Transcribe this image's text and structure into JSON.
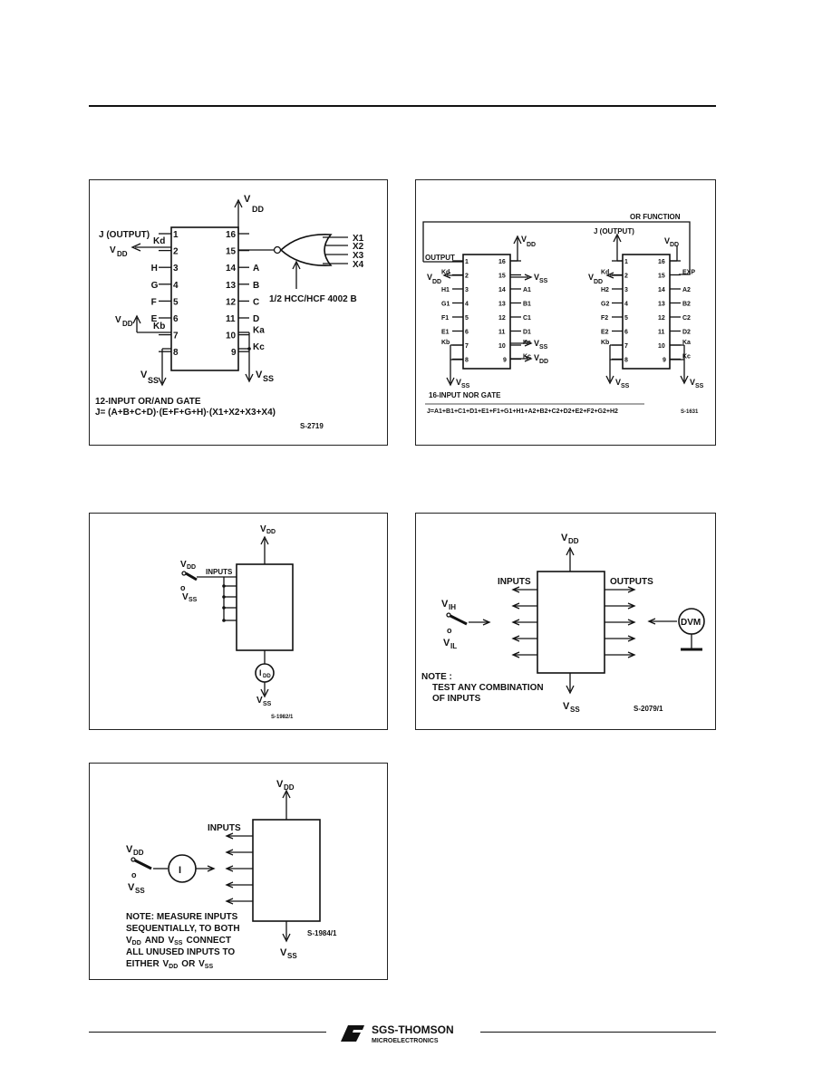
{
  "fig1": {
    "vdd_top": "V",
    "vdd_top_sub": "DD",
    "left_pins": [
      {
        "label": "J (OUTPUT)",
        "num": "1"
      },
      {
        "label": "",
        "num": "2"
      },
      {
        "label": "H",
        "num": "3"
      },
      {
        "label": "G",
        "num": "4"
      },
      {
        "label": "F",
        "num": "5"
      },
      {
        "label": "E",
        "num": "6"
      },
      {
        "label": "",
        "num": "7"
      },
      {
        "label": "",
        "num": "8"
      }
    ],
    "right_pins": [
      {
        "label": "",
        "num": "16"
      },
      {
        "label": "",
        "num": "15"
      },
      {
        "label": "A",
        "num": "14"
      },
      {
        "label": "B",
        "num": "13"
      },
      {
        "label": "C",
        "num": "12"
      },
      {
        "label": "D",
        "num": "11"
      },
      {
        "label": "Ka",
        "num": "10"
      },
      {
        "label": "Kc",
        "num": "9"
      }
    ],
    "kd": "Kd",
    "kb": "Kb",
    "vdd_left": "V",
    "vdd_left_sub": "DD",
    "vdd_left2": "V",
    "vdd_left2_sub": "DD",
    "vss_a": "V",
    "vss_a_sub": "SS",
    "vss_b": "V",
    "vss_b_sub": "SS",
    "gate_inputs": [
      "X1",
      "X2",
      "X3",
      "X4"
    ],
    "gate_label": "1/2 HCC/HCF 4002 B",
    "caption1": "12-INPUT OR/AND GATE",
    "caption2": "J= (A+B+C+D)·(E+F+G+H)·(X1+X2+X3+X4)",
    "code": "S-2719"
  },
  "fig2": {
    "or_function": "OR FUNCTION",
    "j_output": "J (OUTPUT)",
    "output": "OUTPUT",
    "chip1_left": [
      {
        "label": "",
        "num": "1"
      },
      {
        "label": "Kd",
        "num": "2"
      },
      {
        "label": "H1",
        "num": "3"
      },
      {
        "label": "G1",
        "num": "4"
      },
      {
        "label": "F1",
        "num": "5"
      },
      {
        "label": "E1",
        "num": "6"
      },
      {
        "label": "Kb",
        "num": "7"
      },
      {
        "label": "",
        "num": "8"
      }
    ],
    "chip1_right": [
      {
        "label": "",
        "num": "16"
      },
      {
        "label": "",
        "num": "15"
      },
      {
        "label": "A1",
        "num": "14"
      },
      {
        "label": "B1",
        "num": "13"
      },
      {
        "label": "C1",
        "num": "12"
      },
      {
        "label": "D1",
        "num": "11"
      },
      {
        "label": "Ka",
        "num": "10"
      },
      {
        "label": "Kc",
        "num": "9"
      }
    ],
    "chip2_left": [
      {
        "label": "",
        "num": "1"
      },
      {
        "label": "Kd",
        "num": "2"
      },
      {
        "label": "H2",
        "num": "3"
      },
      {
        "label": "G2",
        "num": "4"
      },
      {
        "label": "F2",
        "num": "5"
      },
      {
        "label": "E2",
        "num": "6"
      },
      {
        "label": "Kb",
        "num": "7"
      },
      {
        "label": "",
        "num": "8"
      }
    ],
    "chip2_right": [
      {
        "label": "",
        "num": "16"
      },
      {
        "label": "EXP",
        "num": "15"
      },
      {
        "label": "A2",
        "num": "14"
      },
      {
        "label": "B2",
        "num": "13"
      },
      {
        "label": "C2",
        "num": "12"
      },
      {
        "label": "D2",
        "num": "11"
      },
      {
        "label": "Ka",
        "num": "10"
      },
      {
        "label": "Kc",
        "num": "9"
      }
    ],
    "v": "V",
    "dd": "DD",
    "ss": "SS",
    "caption1": "16-INPUT NOR GATE",
    "caption2": "J=A1+B1+C1+D1+E1+F1+G1+H1+A2+B2+C2+D2+E2+F2+G2+H2",
    "code": "S-1631"
  },
  "fig3": {
    "v": "V",
    "dd": "DD",
    "ss": "SS",
    "inputs": "INPUTS",
    "meter": "I",
    "meter_sub": "DD",
    "o": "o",
    "code": "S-1982/1"
  },
  "fig4": {
    "v": "V",
    "dd": "DD",
    "ss": "SS",
    "inputs": "INPUTS",
    "outputs": "OUTPUTS",
    "vih": "V",
    "vih_sub": "IH",
    "vil": "V",
    "vil_sub": "IL",
    "o": "o",
    "dvm": "DVM",
    "note1": "NOTE :",
    "note2": "TEST  ANY COMBINATION",
    "note3": "OF   INPUTS",
    "code": "S-2079/1"
  },
  "fig5": {
    "v": "V",
    "dd": "DD",
    "ss": "SS",
    "inputs": "INPUTS",
    "meter": "I",
    "o": "o",
    "note1": "NOTE: MEASURE INPUTS",
    "note2": "SEQUENTIALLY, TO BOTH",
    "note3a": "AND",
    "note3b": "CONNECT",
    "note4": "ALL UNUSED INPUTS TO",
    "note5a": "EITHER",
    "note5b": "OR",
    "code": "S-1984/1"
  },
  "footer": {
    "brand": "SGS-THOMSON",
    "sub": "MICROELECTRONICS"
  }
}
